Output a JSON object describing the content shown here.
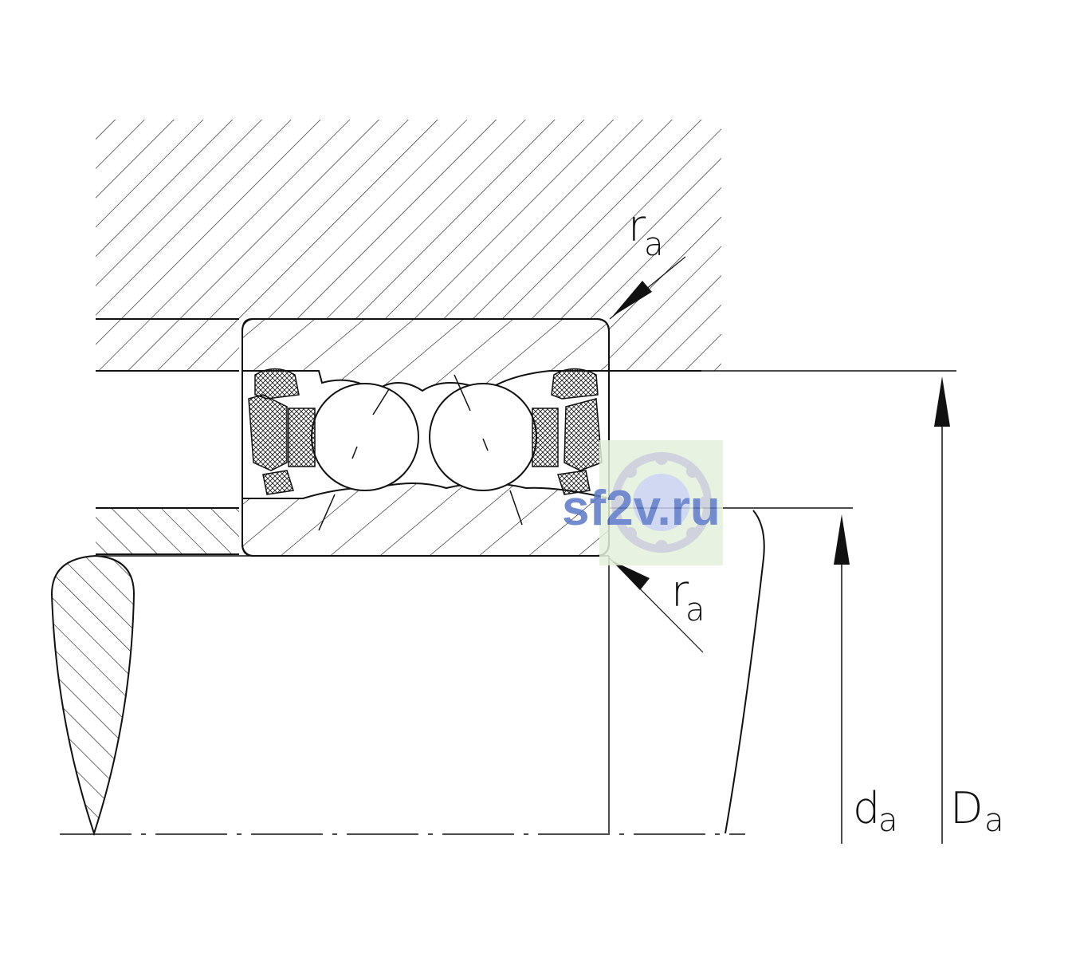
{
  "labels": {
    "fillet_radius_housing": {
      "main": "r",
      "sub": "a"
    },
    "fillet_radius_shaft": {
      "main": "r",
      "sub": "a"
    },
    "shaft_abutment_diameter": {
      "main": "d",
      "sub": "a"
    },
    "housing_abutment_diameter": {
      "main": "D",
      "sub": "a"
    }
  },
  "watermark": {
    "text": "sf2v.ru",
    "color": "#5b78c8",
    "frame_color": "#e3f0dc"
  },
  "colors": {
    "line": "#111111",
    "background": "#ffffff"
  }
}
